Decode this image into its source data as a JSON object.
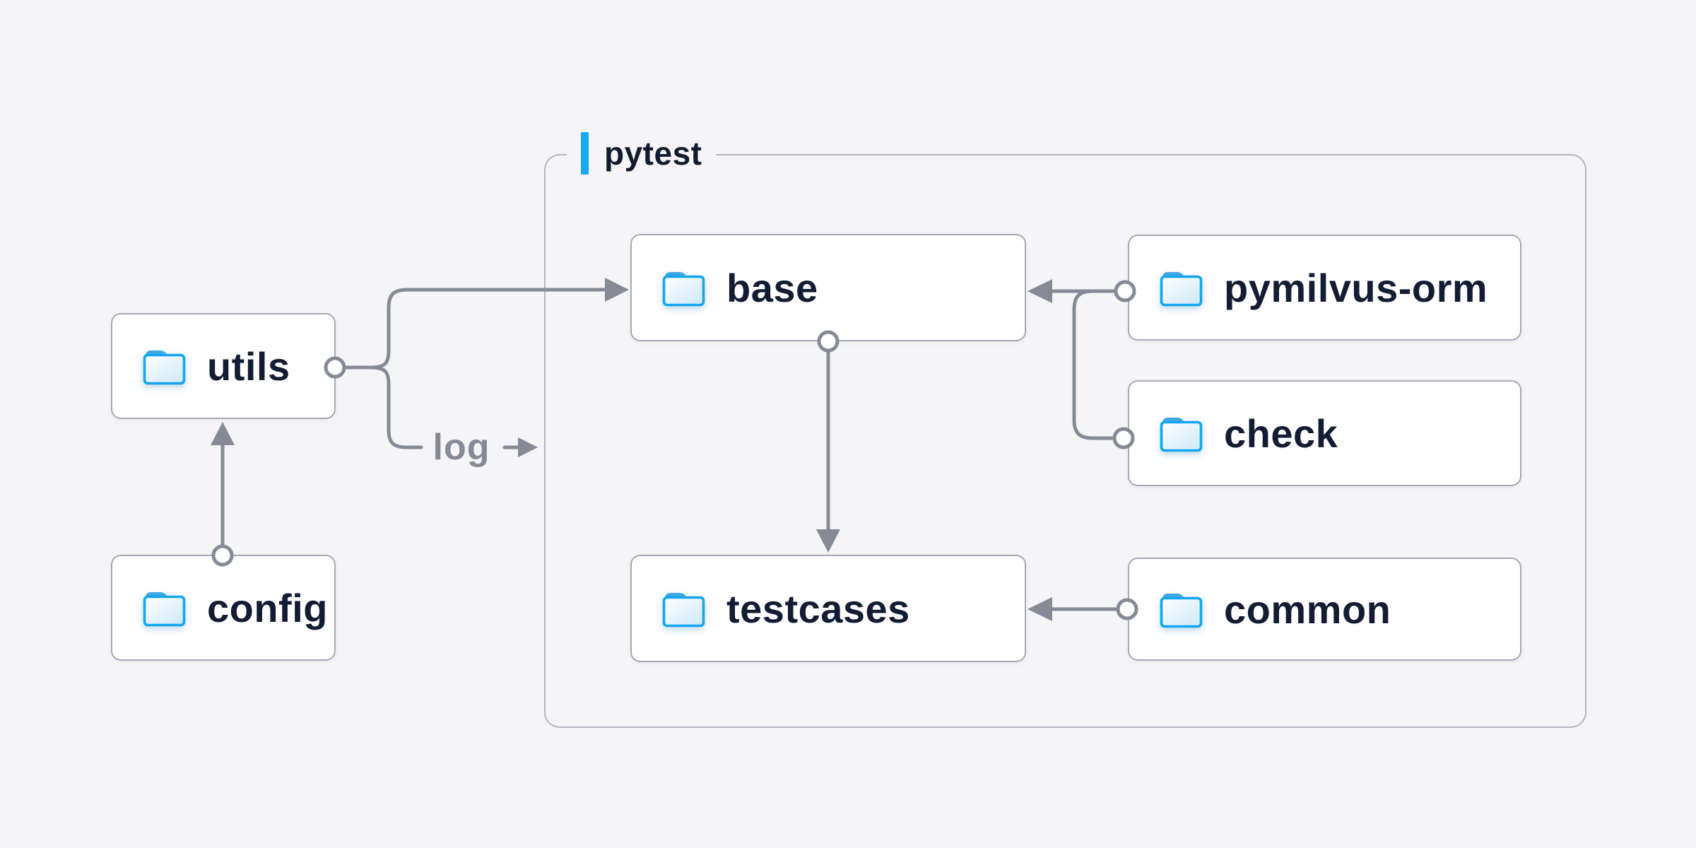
{
  "container": {
    "label": "pytest"
  },
  "edge_label": "log",
  "nodes": {
    "utils": {
      "label": "utils"
    },
    "config": {
      "label": "config"
    },
    "base": {
      "label": "base"
    },
    "testcases": {
      "label": "testcases"
    },
    "pymilvus_orm": {
      "label": "pymilvus-orm"
    },
    "check": {
      "label": "check"
    },
    "common": {
      "label": "common"
    }
  },
  "icons": {
    "node_icon": "folder-icon",
    "accent_bar": "blue-accent-bar"
  },
  "colors": {
    "background": "#f5f5f7",
    "box_fill": "#ffffff",
    "box_border": "#a6aab6",
    "group_border": "#b4b7c2",
    "line_gray": "#868a96",
    "text_dark": "#121d33",
    "accent_blue": "#17a8f0",
    "folder_blue": "#14a6ef"
  }
}
